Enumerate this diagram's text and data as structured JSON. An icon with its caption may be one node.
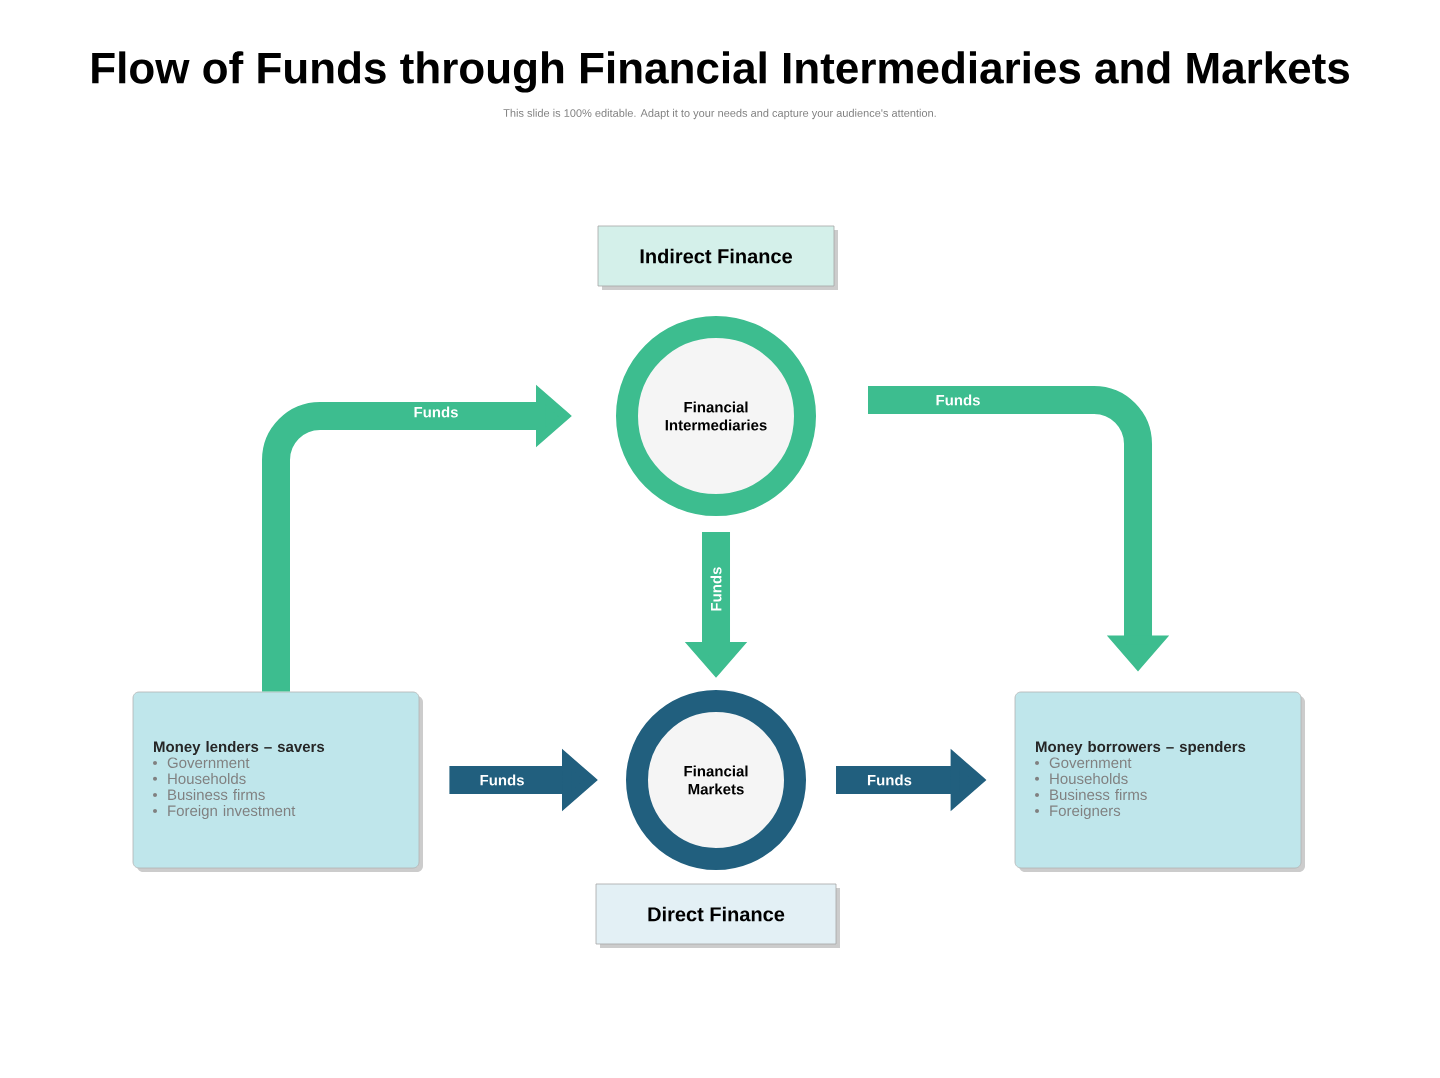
{
  "diagram": {
    "title": "Flow of Funds through Financial Intermediaries and Markets",
    "nodes": [
      {
        "text": [
          "Indirect Finance"
        ]
      },
      {
        "text": [
          "Financial Intermediaries"
        ]
      },
      {
        "text": [
          "Money lenders – savers",
          "Government",
          "Households",
          "Business firms",
          "Foreign investment"
        ]
      },
      {
        "text": [
          "Financial Markets"
        ]
      },
      {
        "text": [
          "Money borrowers – spenders",
          "Government",
          "Households",
          "Business firms",
          "Foreigners"
        ]
      },
      {
        "text": [
          "Direct Finance"
        ]
      }
    ],
    "edges": [
      {
        "from": 2,
        "to": 1,
        "arrow": "to",
        "label": "Funds"
      },
      {
        "from": 1,
        "to": 4,
        "arrow": "to",
        "label": "Funds"
      },
      {
        "from": 1,
        "to": 3,
        "arrow": "to",
        "label": "Funds"
      },
      {
        "from": 2,
        "to": 3,
        "arrow": "to",
        "label": "Funds",
        "color": "#215f7e"
      },
      {
        "from": 3,
        "to": 4,
        "arrow": "to",
        "label": "Funds",
        "color": "#215f7e"
      }
    ],
    "labels": [
      "This slide is 100% editable. Adapt it to your needs and capture your audience's attention."
    ]
  }
}
